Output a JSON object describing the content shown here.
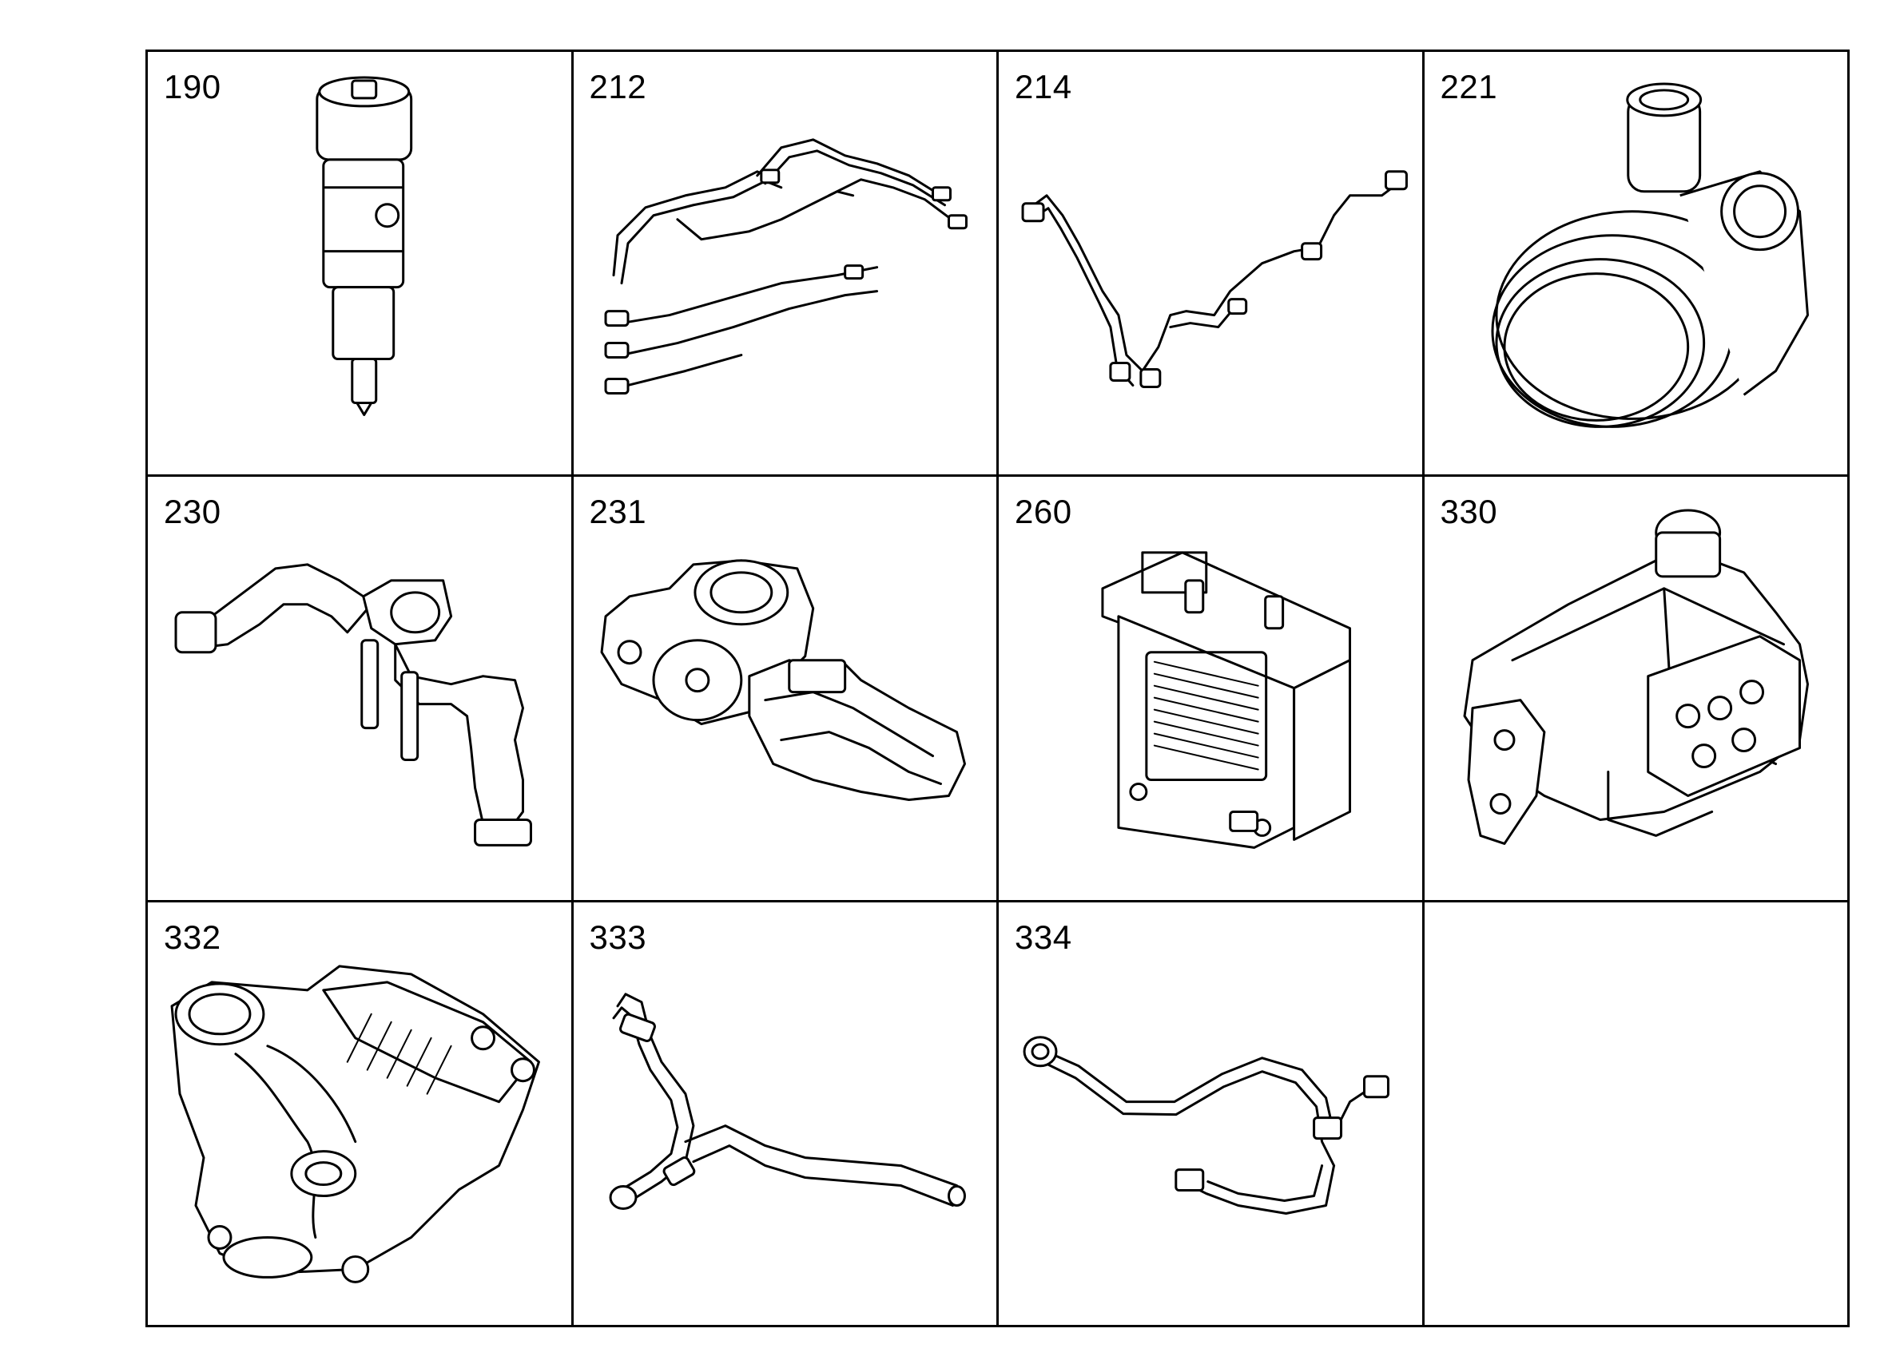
{
  "parts": [
    {
      "number": "190",
      "icon": "fuel-injector-icon"
    },
    {
      "number": "212",
      "icon": "fuel-line-set-icon"
    },
    {
      "number": "214",
      "icon": "fuel-pipe-icon"
    },
    {
      "number": "221",
      "icon": "turbocharger-icon"
    },
    {
      "number": "230",
      "icon": "coolant-pipe-icon"
    },
    {
      "number": "231",
      "icon": "water-pump-icon"
    },
    {
      "number": "260",
      "icon": "cooler-icon"
    },
    {
      "number": "330",
      "icon": "injection-pump-icon"
    },
    {
      "number": "332",
      "icon": "housing-icon"
    },
    {
      "number": "333",
      "icon": "hose-icon"
    },
    {
      "number": "334",
      "icon": "pressure-pipe-icon"
    }
  ]
}
